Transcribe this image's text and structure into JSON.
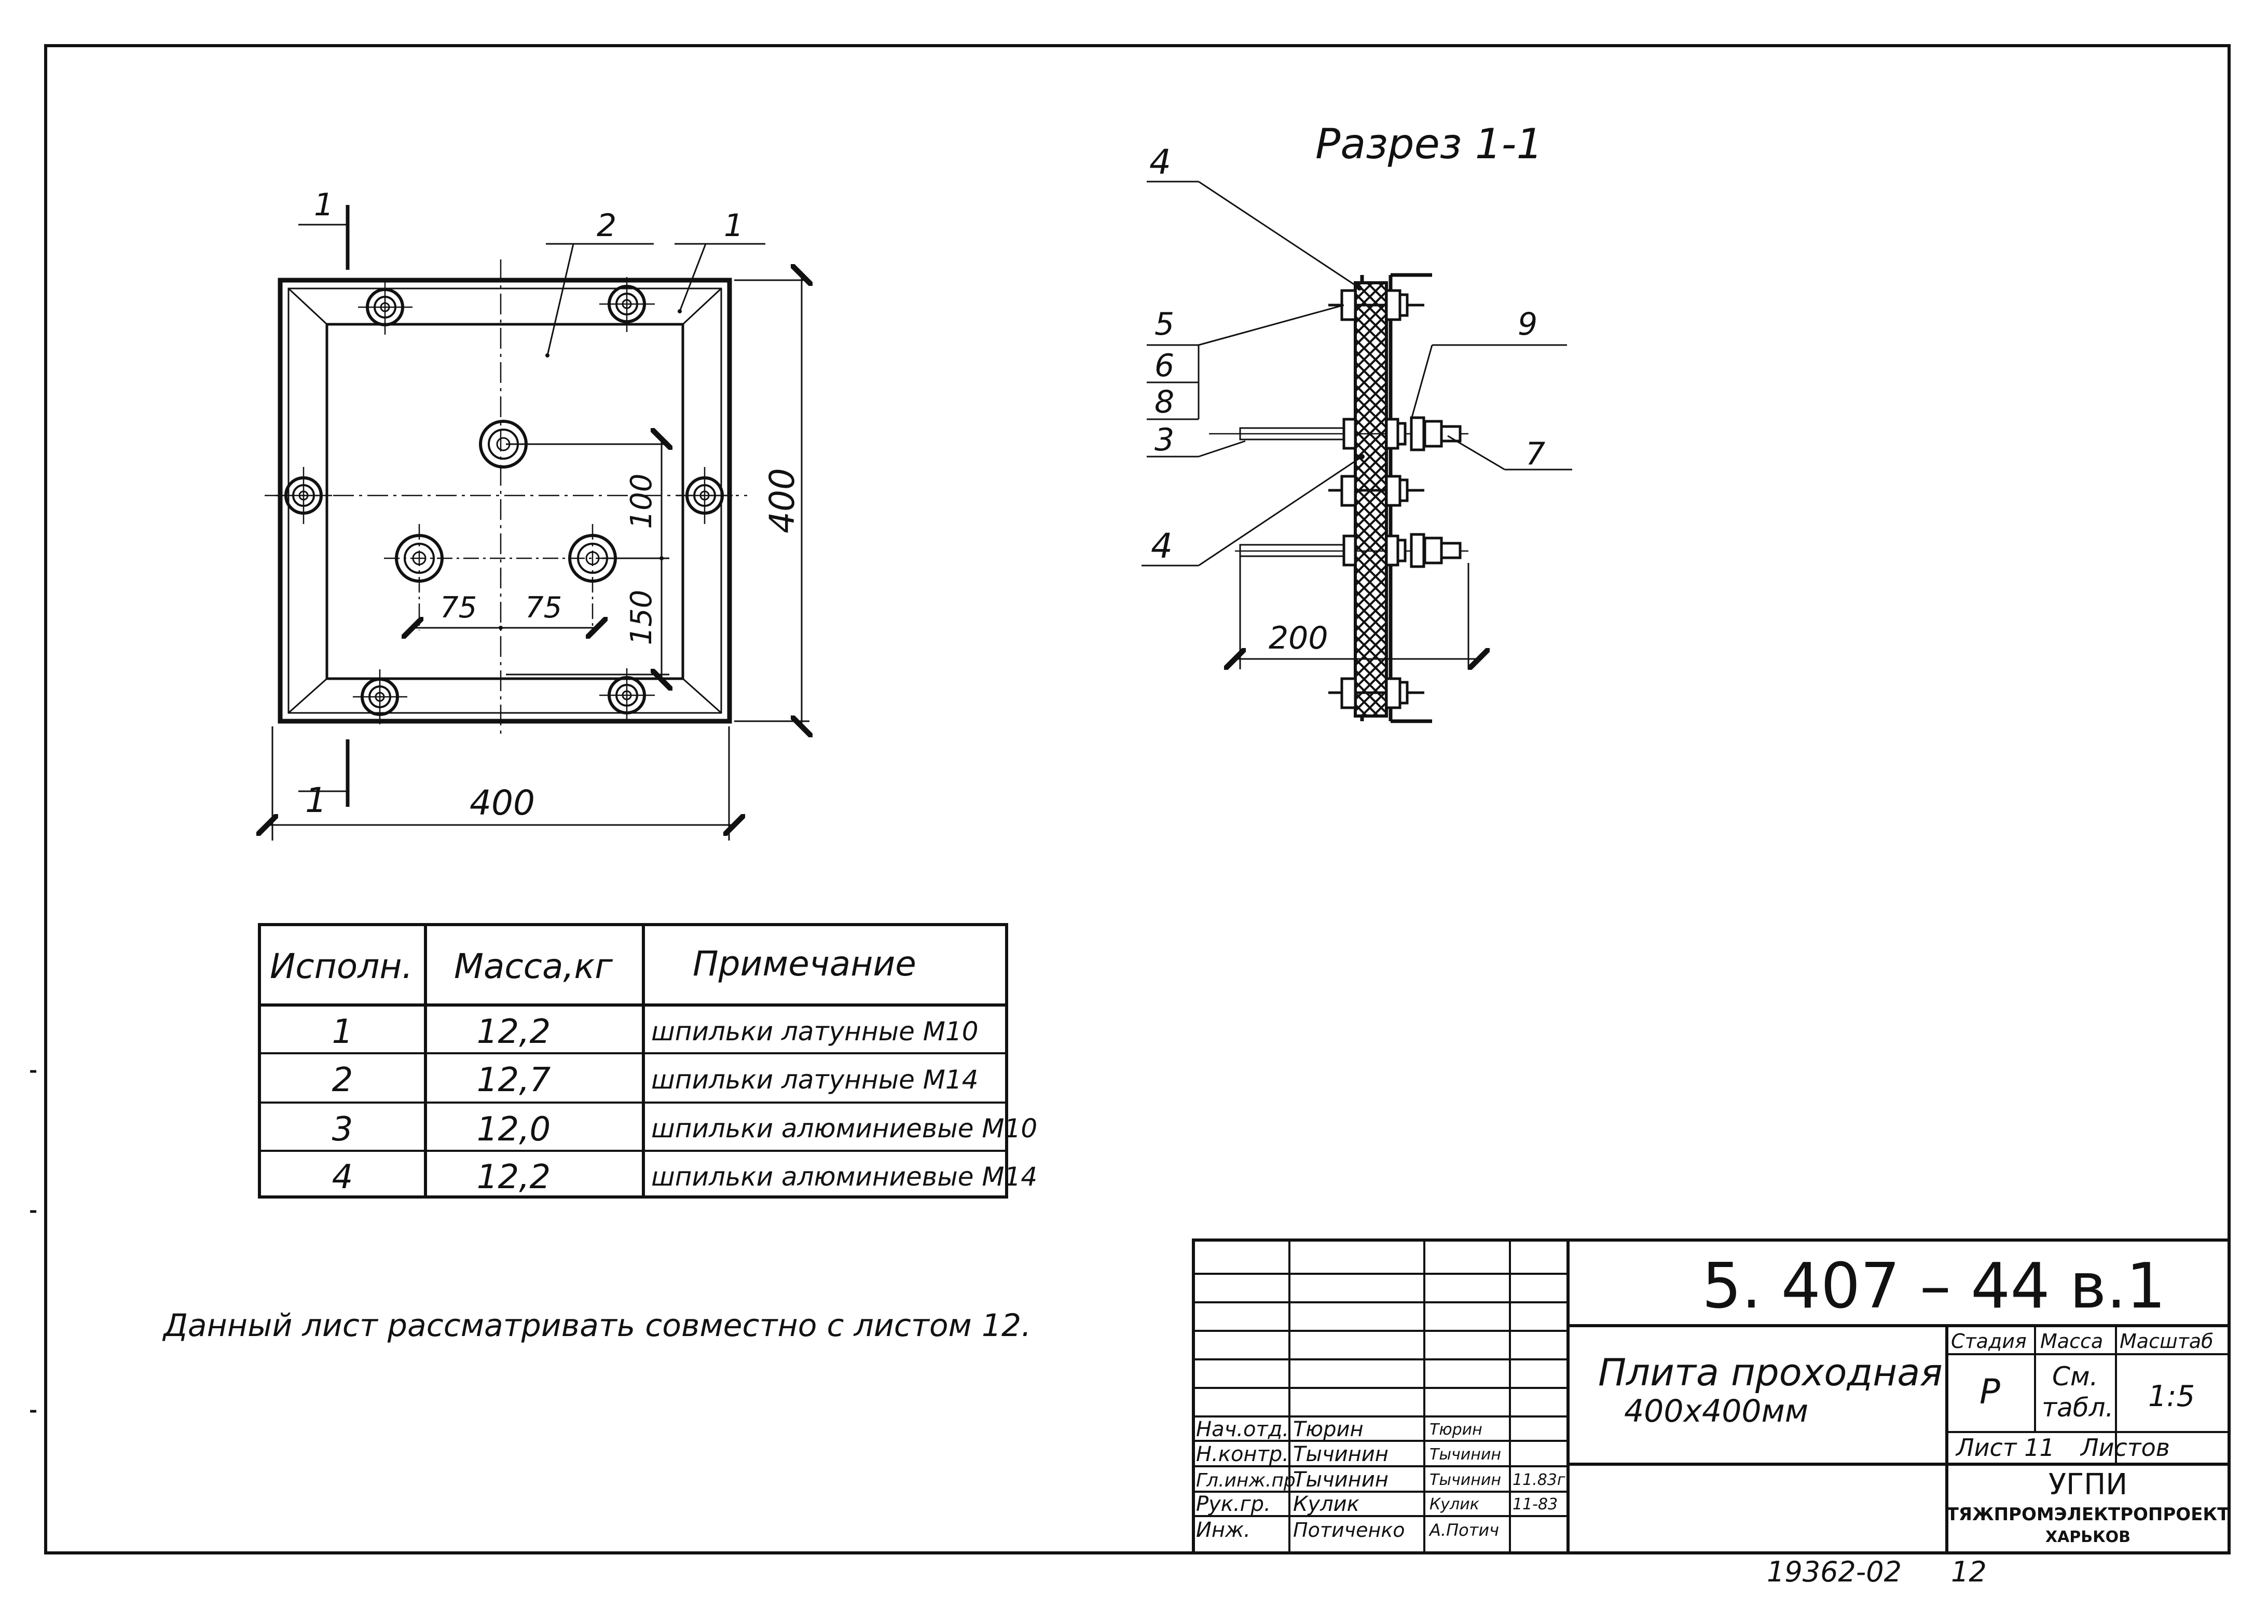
{
  "section": {
    "title": "Разрез 1-1"
  },
  "plan": {
    "cut_mark": "1",
    "callouts": [
      "2",
      "1"
    ],
    "dims": {
      "width": "400",
      "height": "400",
      "v1": "100",
      "v2": "150",
      "h1": "75",
      "h2": "75"
    }
  },
  "section_labels": {
    "n4a": "4",
    "n5": "5",
    "n6": "6",
    "n8": "8",
    "n3": "3",
    "n4b": "4",
    "n9": "9",
    "n7": "7",
    "dim200": "200"
  },
  "table": {
    "headers": [
      "Исполн.",
      "Масса,кг",
      "Примечание"
    ],
    "rows": [
      [
        "1",
        "12,2",
        "шпильки латунные М10"
      ],
      [
        "2",
        "12,7",
        "шпильки латунные М14"
      ],
      [
        "3",
        "12,0",
        "шпильки алюминиевые М10"
      ],
      [
        "4",
        "12,2",
        "шпильки алюминиевые М14"
      ]
    ]
  },
  "note": "Данный лист рассматривать совместно с листом 12.",
  "title_block": {
    "code": "5. 407 – 44 в.1",
    "name_line1": "Плита проходная",
    "name_line2": "400х400мм",
    "stage_h": "Стадия",
    "mass_h": "Масса",
    "scale_h": "Масштаб",
    "stage": "Р",
    "mass_line1": "См.",
    "mass_line2": "табл.",
    "scale": "1:5",
    "sheet_label": "Лист 11",
    "sheets_label": "Листов",
    "org1": "УГПИ",
    "org2": "ТЯЖПРОМЭЛЕКТРОПРОЕКТ",
    "org3": "ХАРЬКОВ",
    "people": [
      {
        "role": "Нач.отд.",
        "name": "Тюрин",
        "sign": "Тюрин",
        "date": ""
      },
      {
        "role": "Н.контр.",
        "name": "Тычинин",
        "sign": "Тычинин",
        "date": ""
      },
      {
        "role": "Гл.инж.пр.",
        "name": "Тычинин",
        "sign": "Тычинин",
        "date": "11.83г"
      },
      {
        "role": "Рук.гр.",
        "name": "Кулик",
        "sign": "Кулик",
        "date": "11-83"
      },
      {
        "role": "Инж.",
        "name": "Потиченко",
        "sign": "А.Потич",
        "date": ""
      }
    ]
  },
  "footer": {
    "archive": "19362-02",
    "page": "12"
  }
}
